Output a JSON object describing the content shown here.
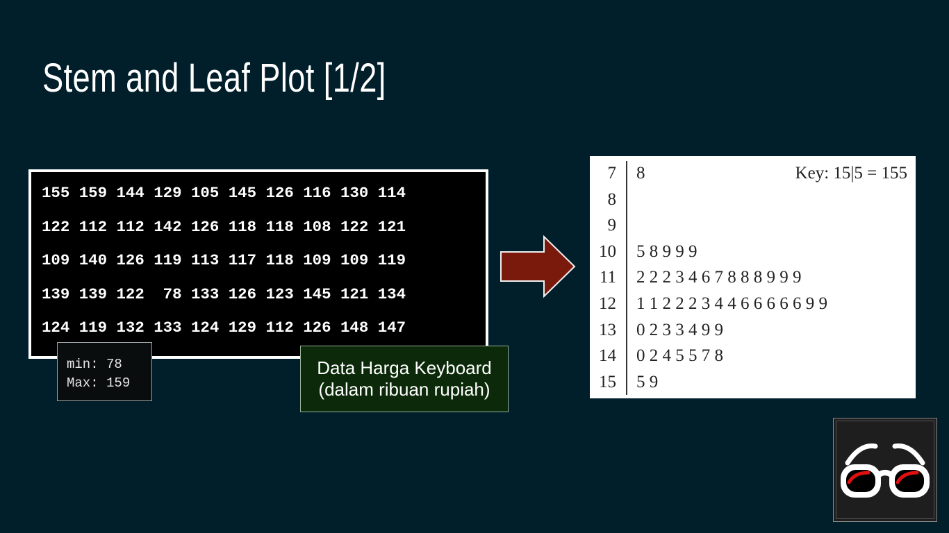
{
  "slide": {
    "title": "Stem and Leaf Plot [1/2]"
  },
  "data_table": {
    "rows": [
      "155 159 144 129 105 145 126 116 130 114",
      "122 112 112 142 126 118 118 108 122 121",
      "109 140 126 119 113 117 118 109 109 119",
      "139 139 122  78 133 126 123 145 121 134",
      "124 119 132 133 124 129 112 126 148 147"
    ]
  },
  "minmax": {
    "min_line": "min: 78",
    "max_line": "Max: 159"
  },
  "caption": {
    "line1": "Data Harga Keyboard",
    "line2": "(dalam ribuan rupiah)"
  },
  "stem_leaf": {
    "key": "Key: 15|5 = 155",
    "rows": [
      {
        "stem": "7",
        "leaves": "8"
      },
      {
        "stem": "8",
        "leaves": ""
      },
      {
        "stem": "9",
        "leaves": ""
      },
      {
        "stem": "10",
        "leaves": "5 8 9 9 9"
      },
      {
        "stem": "11",
        "leaves": "2 2 2 3 4 6 7 8 8 8 9 9 9"
      },
      {
        "stem": "12",
        "leaves": "1 1 2 2 2 3 4 4 6 6 6 6 6 9 9"
      },
      {
        "stem": "13",
        "leaves": "0 2 3 3 4 9 9"
      },
      {
        "stem": "14",
        "leaves": "0 2 4 5 5 7 8"
      },
      {
        "stem": "15",
        "leaves": "5 9"
      }
    ]
  },
  "colors": {
    "background": "#001f2b",
    "arrow_fill": "#7a1a0c",
    "caption_bg": "#0c2a0a",
    "logo_lens_red": "#e01010"
  },
  "icons": {
    "arrow": "right-arrow-icon",
    "logo": "glasses-logo-icon"
  }
}
